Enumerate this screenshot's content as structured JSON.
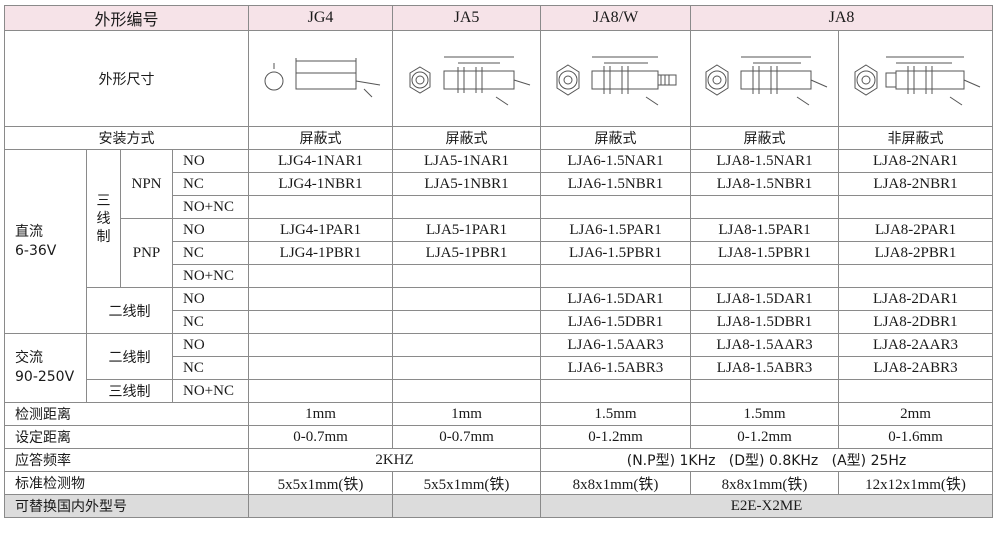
{
  "header": {
    "shape_code": "外形编号",
    "models": [
      "JG4",
      "JA5",
      "JA8/W",
      "JA8"
    ]
  },
  "dimension_row": {
    "label": "外形尺寸"
  },
  "mount_row": {
    "label": "安装方式",
    "values": [
      "屏蔽式",
      "屏蔽式",
      "屏蔽式",
      "屏蔽式",
      "非屏蔽式"
    ]
  },
  "groups": {
    "dc": "直流\n6-36V",
    "ac": "交流\n90-250V",
    "three_wire": "三\n线\n制",
    "npn": "NPN",
    "pnp": "PNP",
    "two_wire": "二线制",
    "three_wire_h": "三线制"
  },
  "rows": [
    {
      "mode": "NO",
      "cells": [
        "LJG4-1NAR1",
        "LJA5-1NAR1",
        "LJA6-1.5NAR1",
        "LJA8-1.5NAR1",
        "LJA8-2NAR1"
      ]
    },
    {
      "mode": "NC",
      "cells": [
        "LJG4-1NBR1",
        "LJA5-1NBR1",
        "LJA6-1.5NBR1",
        "LJA8-1.5NBR1",
        "LJA8-2NBR1"
      ]
    },
    {
      "mode": "NO+NC",
      "cells": [
        "",
        "",
        "",
        "",
        ""
      ]
    },
    {
      "mode": "NO",
      "cells": [
        "LJG4-1PAR1",
        "LJA5-1PAR1",
        "LJA6-1.5PAR1",
        "LJA8-1.5PAR1",
        "LJA8-2PAR1"
      ]
    },
    {
      "mode": "NC",
      "cells": [
        "LJG4-1PBR1",
        "LJA5-1PBR1",
        "LJA6-1.5PBR1",
        "LJA8-1.5PBR1",
        "LJA8-2PBR1"
      ]
    },
    {
      "mode": "NO+NC",
      "cells": [
        "",
        "",
        "",
        "",
        ""
      ]
    },
    {
      "mode": "NO",
      "cells": [
        "",
        "",
        "LJA6-1.5DAR1",
        "LJA8-1.5DAR1",
        "LJA8-2DAR1"
      ]
    },
    {
      "mode": "NC",
      "cells": [
        "",
        "",
        "LJA6-1.5DBR1",
        "LJA8-1.5DBR1",
        "LJA8-2DBR1"
      ]
    },
    {
      "mode": "NO",
      "cells": [
        "",
        "",
        "LJA6-1.5AAR3",
        "LJA8-1.5AAR3",
        "LJA8-2AAR3"
      ]
    },
    {
      "mode": "NC",
      "cells": [
        "",
        "",
        "LJA6-1.5ABR3",
        "LJA8-1.5ABR3",
        "LJA8-2ABR3"
      ]
    },
    {
      "mode": "NO+NC",
      "cells": [
        "",
        "",
        "",
        "",
        ""
      ]
    }
  ],
  "detect_distance": {
    "label": "检测距离",
    "values": [
      "1mm",
      "1mm",
      "1.5mm",
      "1.5mm",
      "2mm"
    ]
  },
  "set_distance": {
    "label": "设定距离",
    "values": [
      "0-0.7mm",
      "0-0.7mm",
      "0-1.2mm",
      "0-1.2mm",
      "0-1.6mm"
    ]
  },
  "response": {
    "label": "应答频率",
    "left": "2KHZ",
    "right": "(N.P型) 1KHz   (D型) 0.8KHz   (A型) 25Hz"
  },
  "standard_target": {
    "label": "标准检测物",
    "values": [
      "5x5x1mm(铁)",
      "5x5x1mm(铁)",
      "8x8x1mm(铁)",
      "8x8x1mm(铁)",
      "12x12x1mm(铁)"
    ]
  },
  "replacement": {
    "label": "可替换国内外型号",
    "value": "E2E-X2ME"
  },
  "colors": {
    "header_bg": "#f6e3e8",
    "footer_bg": "#dcdcdc",
    "border": "#8a8a8a"
  }
}
